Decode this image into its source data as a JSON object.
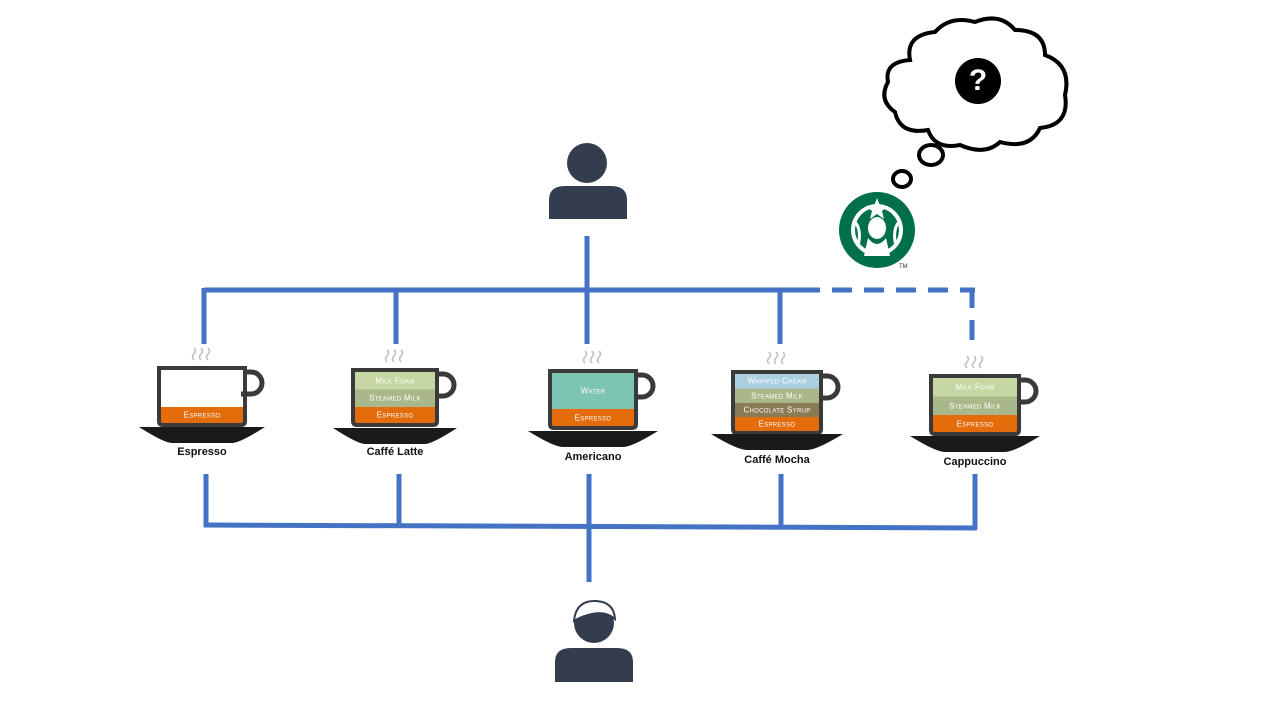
{
  "thought": {
    "symbol": "?"
  },
  "logo": {
    "name": "starbucks-logo",
    "tm": "TM"
  },
  "colors": {
    "line": "#4472c4",
    "person": "#333d4d",
    "espresso": "#e46c0a",
    "steamed_milk": "#a9b88a",
    "milk_foam": "#c5d8a4",
    "water": "#7ec4b2",
    "chocolate": "#8a7b55",
    "whipped_cream": "#a9cfe0",
    "cup": "#3a3a3a",
    "logo_green": "#00704a"
  },
  "drinks": [
    {
      "name": "Espresso",
      "layers": [
        {
          "label": "Espresso",
          "kind": "espresso"
        }
      ]
    },
    {
      "name": "Caffé Latte",
      "layers": [
        {
          "label": "Milk Foam",
          "kind": "milk_foam"
        },
        {
          "label": "Steamed Milk",
          "kind": "steamed_milk"
        },
        {
          "label": "Espresso",
          "kind": "espresso"
        }
      ]
    },
    {
      "name": "Americano",
      "layers": [
        {
          "label": "Water",
          "kind": "water"
        },
        {
          "label": "Espresso",
          "kind": "espresso"
        }
      ]
    },
    {
      "name": "Caffé  Mocha",
      "layers": [
        {
          "label": "Whipped Cream",
          "kind": "whipped_cream"
        },
        {
          "label": "Steamed Milk",
          "kind": "steamed_milk"
        },
        {
          "label": "Chocolate Syrup",
          "kind": "chocolate"
        },
        {
          "label": "Espresso",
          "kind": "espresso"
        }
      ]
    },
    {
      "name": "Cappuccino",
      "layers": [
        {
          "label": "Milk Foam",
          "kind": "milk_foam"
        },
        {
          "label": "Steamed Milk",
          "kind": "steamed_milk"
        },
        {
          "label": "Espresso",
          "kind": "espresso"
        }
      ]
    }
  ]
}
